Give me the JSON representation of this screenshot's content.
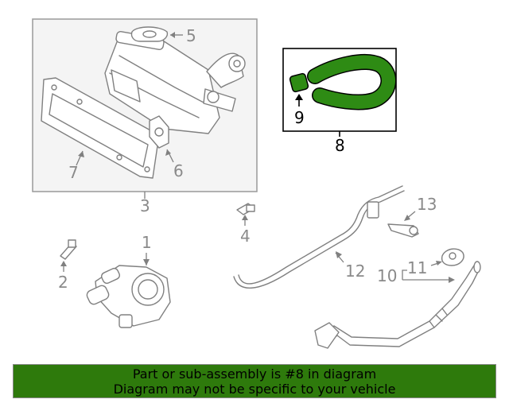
{
  "callouts": {
    "c1": "1",
    "c2": "2",
    "c3": "3",
    "c4": "4",
    "c5": "5",
    "c6": "6",
    "c7": "7",
    "c8": "8",
    "c9": "9",
    "c10": "10",
    "c11": "11",
    "c12": "12",
    "c13": "13"
  },
  "footer": {
    "line1": "Part or sub-assembly is #8 in diagram",
    "line2": "Diagram may not be specific to your vehicle"
  },
  "colors": {
    "highlight_part": "#2e8b14",
    "banner_background": "#2e7a0c",
    "line_art": "#808080"
  }
}
